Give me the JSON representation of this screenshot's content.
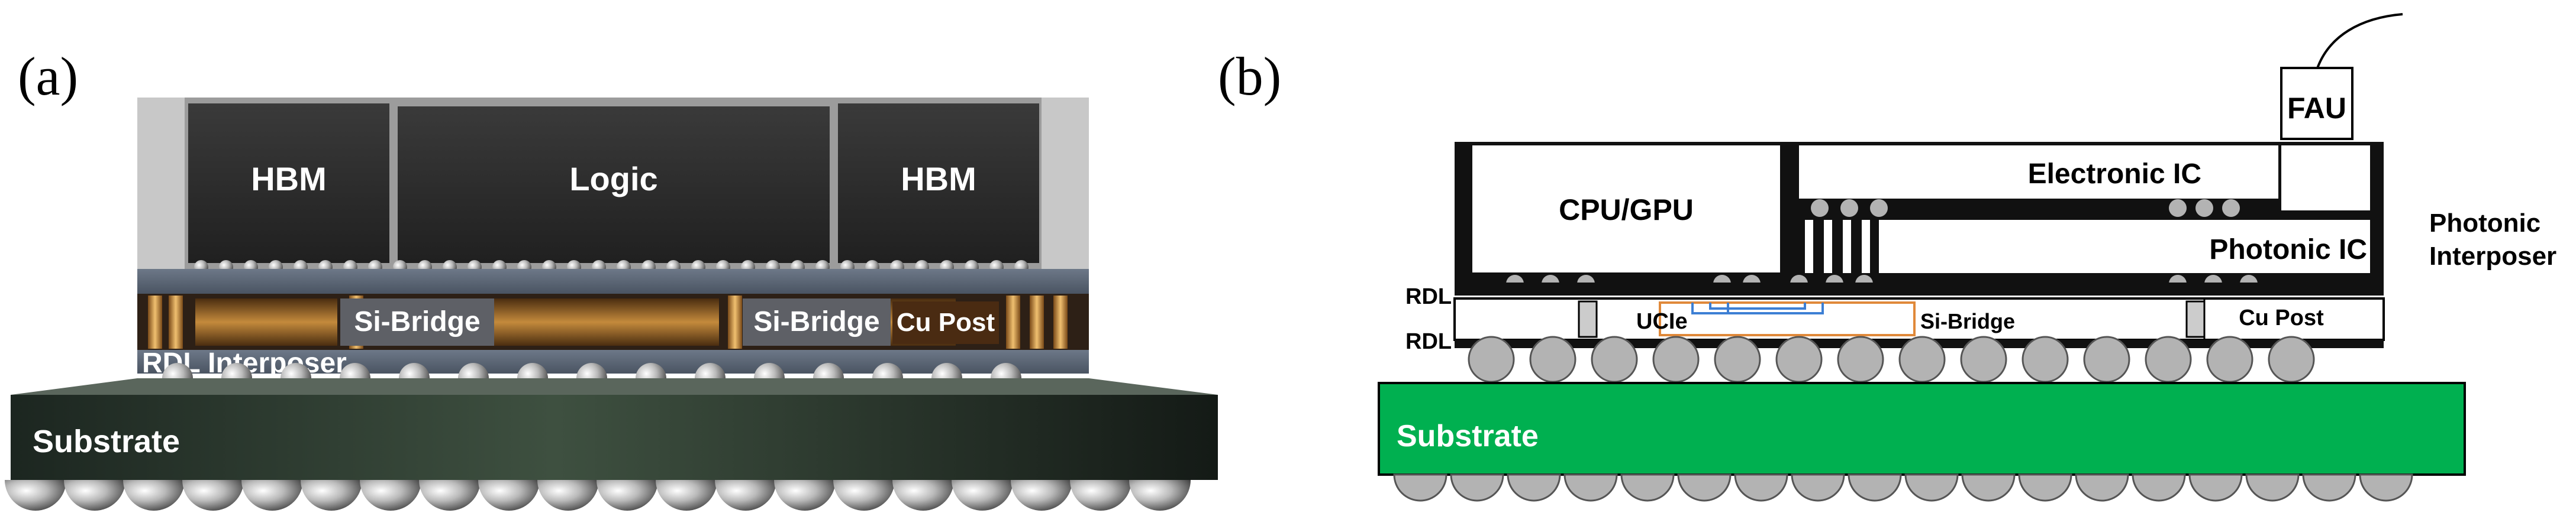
{
  "panel_a": {
    "letter": "(a)",
    "chips": {
      "hbm_left": "HBM",
      "logic": "Logic",
      "hbm_right": "HBM"
    },
    "bridge_left": "Si-Bridge",
    "bridge_right": "Si-Bridge",
    "cu_post": "Cu Post",
    "rdl_interposer": "RDL Interposer",
    "substrate": "Substrate",
    "colors": {
      "chip": "#2b2b2b",
      "mold": "#9a9a9a",
      "substrate": "#1a231c",
      "copper": "#8a5a22"
    }
  },
  "panel_b": {
    "letter": "(b)",
    "fau": "FAU",
    "cpu_gpu": "CPU/GPU",
    "electronic_ic": "Electronic IC",
    "photonic_ic": "Photonic IC",
    "photonic_interposer_line1": "Photonic",
    "photonic_interposer_line2": "Interposer",
    "rdl_top": "RDL",
    "rdl_bottom": "RDL",
    "ucie": "UCIe",
    "si_bridge": "Si-Bridge",
    "cu_post": "Cu Post",
    "substrate": "Substrate",
    "colors": {
      "substrate": "#00b050",
      "ball": "#b3b3b3",
      "ucie_trace": "#3d7fd4",
      "bridge_outline": "#e0893a"
    }
  }
}
